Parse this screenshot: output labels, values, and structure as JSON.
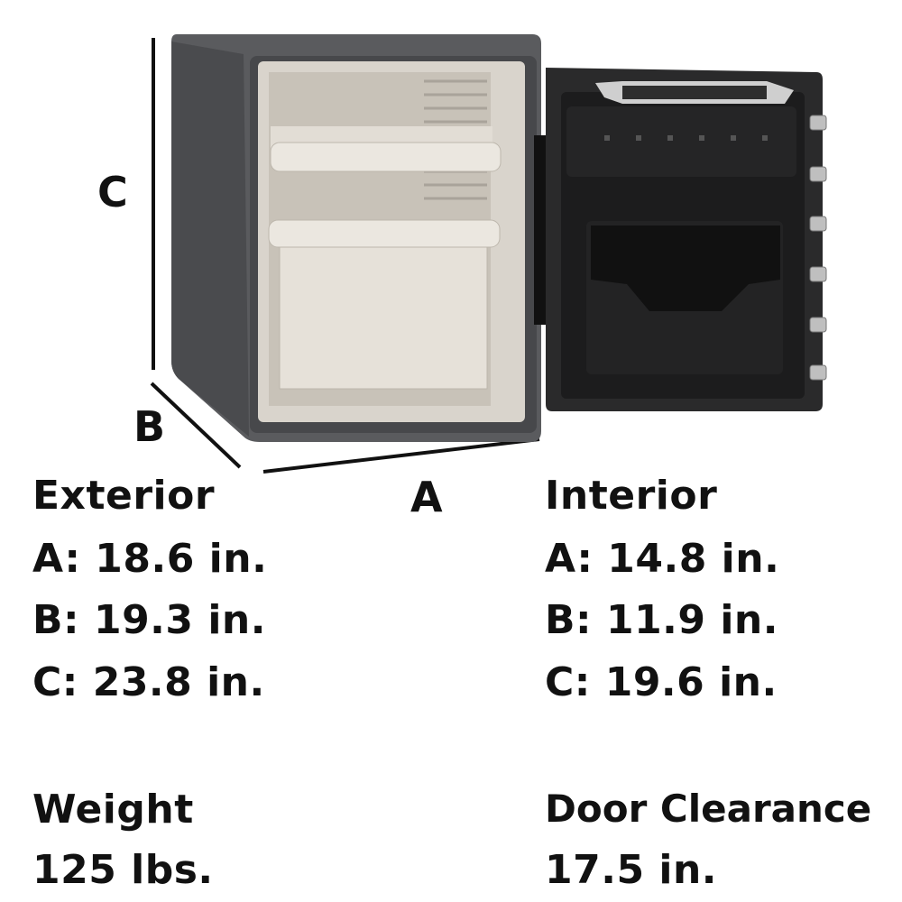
{
  "dimension_labels": {
    "a": "A",
    "b": "B",
    "c": "C"
  },
  "exterior": {
    "heading": "Exterior",
    "a": "A: 18.6 in.",
    "b": "B: 19.3 in.",
    "c": "C: 23.8 in."
  },
  "interior": {
    "heading": "Interior",
    "a": "A: 14.8 in.",
    "b": "B: 11.9 in.",
    "c": "C: 19.6 in."
  },
  "weight": {
    "heading": "Weight",
    "value": "125 lbs."
  },
  "door_clearance": {
    "heading": "Door Clearance",
    "value": "17.5 in."
  },
  "colors": {
    "body": "#5a5b5e",
    "interior": "#d9d4cc",
    "door": "#1c1c1d",
    "text": "#111111"
  }
}
